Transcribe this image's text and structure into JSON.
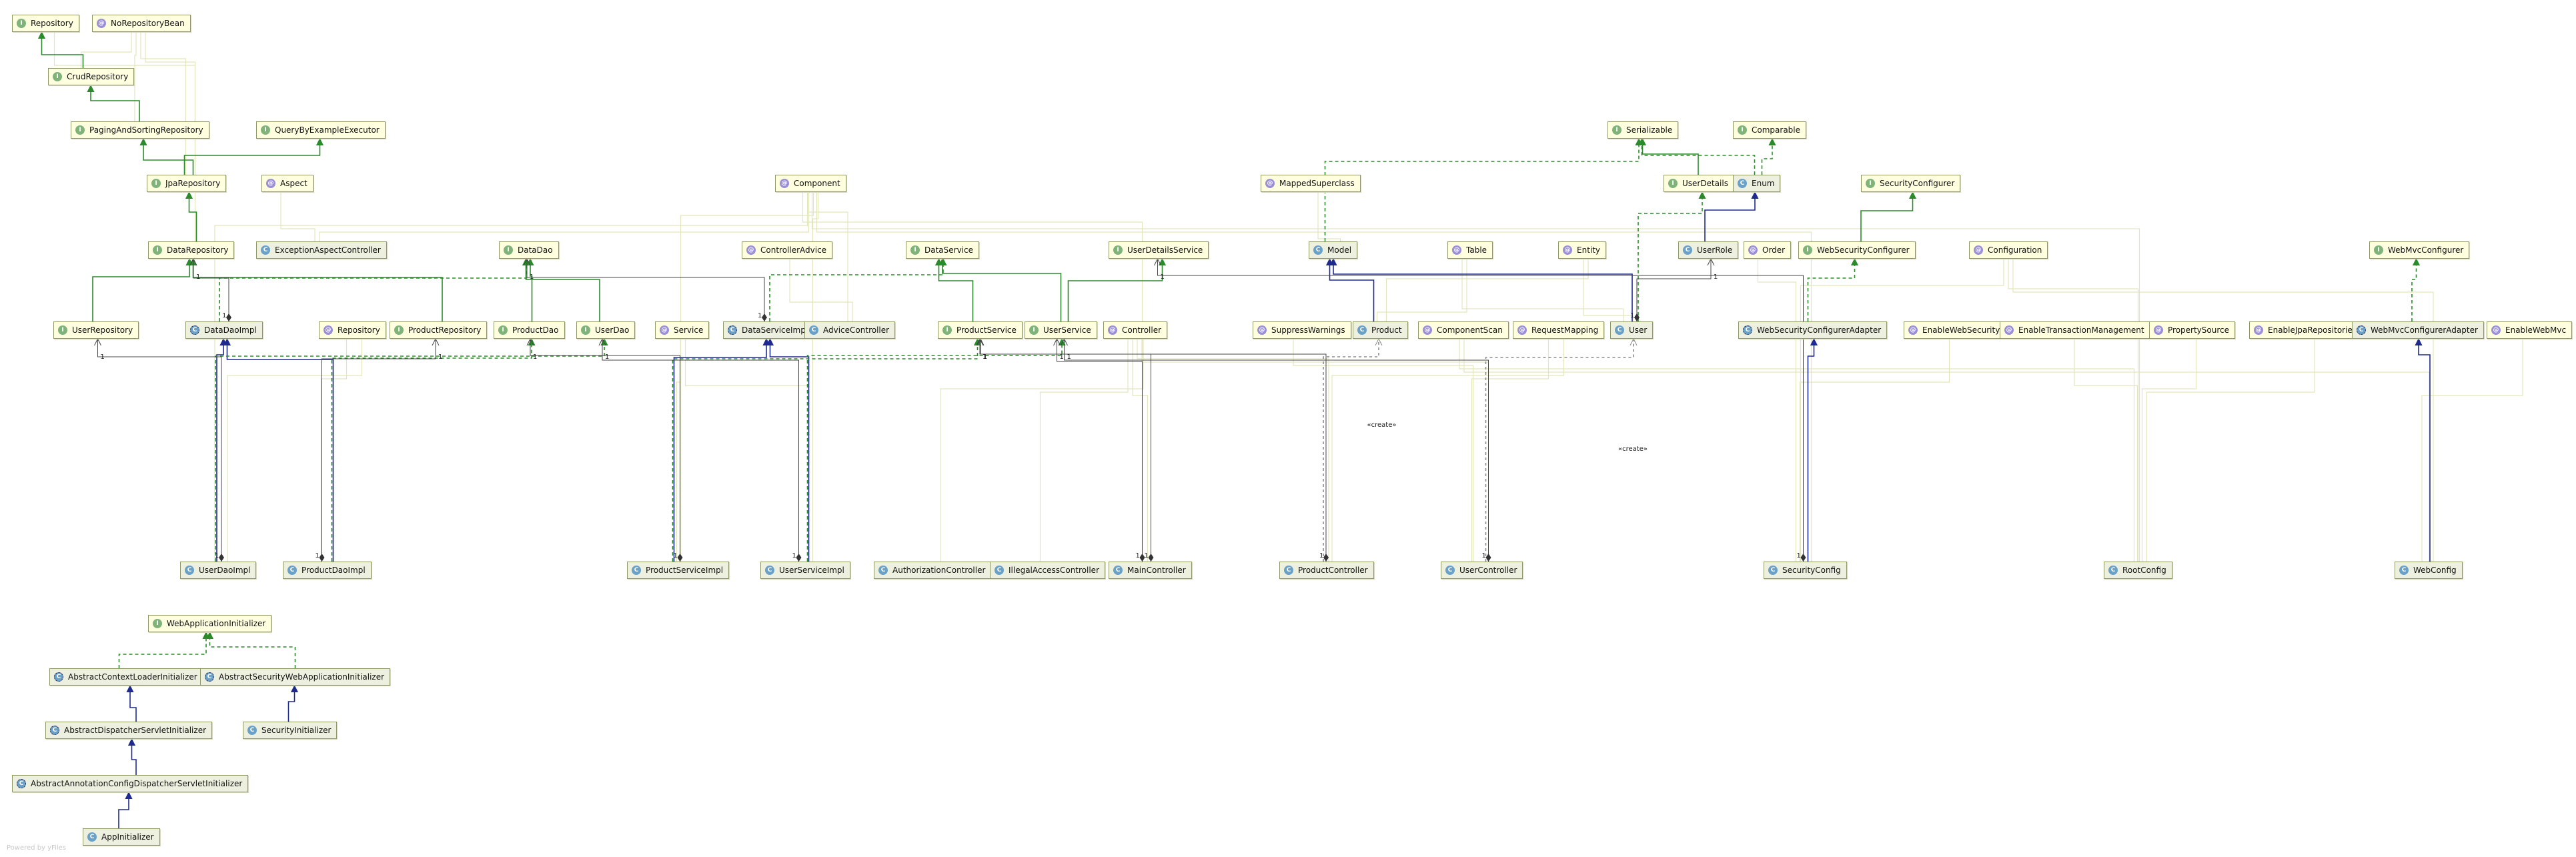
{
  "diagram": {
    "footer": "Powered by yFiles",
    "dependency_label": "«create»",
    "multiplicity_label": "1",
    "nodes": [
      {
        "id": "Repository_top",
        "label": "Repository",
        "kind": "interface"
      },
      {
        "id": "NoRepositoryBean",
        "label": "NoRepositoryBean",
        "kind": "annotation"
      },
      {
        "id": "CrudRepository",
        "label": "CrudRepository",
        "kind": "interface"
      },
      {
        "id": "PagingAndSortingRepository",
        "label": "PagingAndSortingRepository",
        "kind": "interface"
      },
      {
        "id": "QueryByExampleExecutor",
        "label": "QueryByExampleExecutor",
        "kind": "interface"
      },
      {
        "id": "JpaRepository",
        "label": "JpaRepository",
        "kind": "interface"
      },
      {
        "id": "Aspect",
        "label": "Aspect",
        "kind": "annotation"
      },
      {
        "id": "Component",
        "label": "Component",
        "kind": "annotation"
      },
      {
        "id": "MappedSuperclass",
        "label": "MappedSuperclass",
        "kind": "annotation"
      },
      {
        "id": "Serializable",
        "label": "Serializable",
        "kind": "interface"
      },
      {
        "id": "Comparable",
        "label": "Comparable",
        "kind": "interface"
      },
      {
        "id": "UserDetails",
        "label": "UserDetails",
        "kind": "interface"
      },
      {
        "id": "Enum",
        "label": "Enum",
        "kind": "class"
      },
      {
        "id": "SecurityConfigurer",
        "label": "SecurityConfigurer",
        "kind": "interface"
      },
      {
        "id": "DataRepository",
        "label": "DataRepository",
        "kind": "interface"
      },
      {
        "id": "ExceptionAspectController",
        "label": "ExceptionAspectController",
        "kind": "class"
      },
      {
        "id": "DataDao",
        "label": "DataDao",
        "kind": "interface"
      },
      {
        "id": "ControllerAdvice",
        "label": "ControllerAdvice",
        "kind": "annotation"
      },
      {
        "id": "DataService",
        "label": "DataService",
        "kind": "interface"
      },
      {
        "id": "UserDetailsService",
        "label": "UserDetailsService",
        "kind": "interface"
      },
      {
        "id": "Model",
        "label": "Model",
        "kind": "class"
      },
      {
        "id": "Table",
        "label": "Table",
        "kind": "annotation"
      },
      {
        "id": "Entity",
        "label": "Entity",
        "kind": "annotation"
      },
      {
        "id": "UserRole",
        "label": "UserRole",
        "kind": "class"
      },
      {
        "id": "Order",
        "label": "Order",
        "kind": "annotation"
      },
      {
        "id": "WebSecurityConfigurer",
        "label": "WebSecurityConfigurer",
        "kind": "interface"
      },
      {
        "id": "Configuration",
        "label": "Configuration",
        "kind": "annotation"
      },
      {
        "id": "WebMvcConfigurer",
        "label": "WebMvcConfigurer",
        "kind": "interface"
      },
      {
        "id": "UserRepository",
        "label": "UserRepository",
        "kind": "interface"
      },
      {
        "id": "DataDaoImpl",
        "label": "DataDaoImpl",
        "kind": "abstract"
      },
      {
        "id": "Repository_ann",
        "label": "Repository",
        "kind": "annotation"
      },
      {
        "id": "ProductRepository",
        "label": "ProductRepository",
        "kind": "interface"
      },
      {
        "id": "ProductDao",
        "label": "ProductDao",
        "kind": "interface"
      },
      {
        "id": "UserDao",
        "label": "UserDao",
        "kind": "interface"
      },
      {
        "id": "Service",
        "label": "Service",
        "kind": "annotation"
      },
      {
        "id": "DataServiceImpl",
        "label": "DataServiceImpl",
        "kind": "abstract"
      },
      {
        "id": "AdviceController",
        "label": "AdviceController",
        "kind": "class"
      },
      {
        "id": "ProductService",
        "label": "ProductService",
        "kind": "interface"
      },
      {
        "id": "UserService",
        "label": "UserService",
        "kind": "interface"
      },
      {
        "id": "Controller",
        "label": "Controller",
        "kind": "annotation"
      },
      {
        "id": "SuppressWarnings",
        "label": "SuppressWarnings",
        "kind": "annotation"
      },
      {
        "id": "Product",
        "label": "Product",
        "kind": "class"
      },
      {
        "id": "ComponentScan",
        "label": "ComponentScan",
        "kind": "annotation"
      },
      {
        "id": "RequestMapping",
        "label": "RequestMapping",
        "kind": "annotation"
      },
      {
        "id": "User",
        "label": "User",
        "kind": "class"
      },
      {
        "id": "WebSecurityConfigurerAdapter",
        "label": "WebSecurityConfigurerAdapter",
        "kind": "abstract"
      },
      {
        "id": "EnableWebSecurity",
        "label": "EnableWebSecurity",
        "kind": "annotation"
      },
      {
        "id": "EnableTransactionManagement",
        "label": "EnableTransactionManagement",
        "kind": "annotation"
      },
      {
        "id": "PropertySource",
        "label": "PropertySource",
        "kind": "annotation"
      },
      {
        "id": "EnableJpaRepositories",
        "label": "EnableJpaRepositories",
        "kind": "annotation"
      },
      {
        "id": "WebMvcConfigurerAdapter",
        "label": "WebMvcConfigurerAdapter",
        "kind": "abstract"
      },
      {
        "id": "EnableWebMvc",
        "label": "EnableWebMvc",
        "kind": "annotation"
      },
      {
        "id": "UserDaoImpl",
        "label": "UserDaoImpl",
        "kind": "class"
      },
      {
        "id": "ProductDaoImpl",
        "label": "ProductDaoImpl",
        "kind": "class"
      },
      {
        "id": "ProductServiceImpl",
        "label": "ProductServiceImpl",
        "kind": "class"
      },
      {
        "id": "UserServiceImpl",
        "label": "UserServiceImpl",
        "kind": "class"
      },
      {
        "id": "AuthorizationController",
        "label": "AuthorizationController",
        "kind": "class"
      },
      {
        "id": "IllegalAccessController",
        "label": "IllegalAccessController",
        "kind": "class"
      },
      {
        "id": "MainController",
        "label": "MainController",
        "kind": "class"
      },
      {
        "id": "ProductController",
        "label": "ProductController",
        "kind": "class"
      },
      {
        "id": "UserController",
        "label": "UserController",
        "kind": "class"
      },
      {
        "id": "SecurityConfig",
        "label": "SecurityConfig",
        "kind": "class"
      },
      {
        "id": "RootConfig",
        "label": "RootConfig",
        "kind": "class"
      },
      {
        "id": "WebConfig",
        "label": "WebConfig",
        "kind": "class"
      },
      {
        "id": "WebApplicationInitializer",
        "label": "WebApplicationInitializer",
        "kind": "interface"
      },
      {
        "id": "AbstractContextLoaderInitializer",
        "label": "AbstractContextLoaderInitializer",
        "kind": "abstract"
      },
      {
        "id": "AbstractSecurityWebApplicationInitializer",
        "label": "AbstractSecurityWebApplicationInitializer",
        "kind": "abstract"
      },
      {
        "id": "AbstractDispatcherServletInitializer",
        "label": "AbstractDispatcherServletInitializer",
        "kind": "abstract"
      },
      {
        "id": "SecurityInitializer",
        "label": "SecurityInitializer",
        "kind": "class"
      },
      {
        "id": "AbstractAnnotationConfigDispatcherServletInitializer",
        "label": "AbstractAnnotationConfigDispatcherServletInitializer",
        "kind": "abstract"
      },
      {
        "id": "AppInitializer",
        "label": "AppInitializer",
        "kind": "class"
      }
    ],
    "edges": [
      {
        "from": "CrudRepository",
        "to": "Repository_top",
        "type": "extends"
      },
      {
        "from": "PagingAndSortingRepository",
        "to": "CrudRepository",
        "type": "extends"
      },
      {
        "from": "JpaRepository",
        "to": "PagingAndSortingRepository",
        "type": "extends"
      },
      {
        "from": "JpaRepository",
        "to": "QueryByExampleExecutor",
        "type": "extends"
      },
      {
        "from": "DataRepository",
        "to": "JpaRepository",
        "type": "extends"
      },
      {
        "from": "UserRepository",
        "to": "DataRepository",
        "type": "extends"
      },
      {
        "from": "ProductRepository",
        "to": "DataRepository",
        "type": "extends"
      },
      {
        "from": "DataDaoImpl",
        "to": "DataDao",
        "type": "implements"
      },
      {
        "from": "ProductDao",
        "to": "DataDao",
        "type": "extends"
      },
      {
        "from": "UserDao",
        "to": "DataDao",
        "type": "extends"
      },
      {
        "from": "DataServiceImpl",
        "to": "DataService",
        "type": "implements"
      },
      {
        "from": "ProductService",
        "to": "DataService",
        "type": "extends"
      },
      {
        "from": "UserService",
        "to": "DataService",
        "type": "extends"
      },
      {
        "from": "UserService",
        "to": "UserDetailsService",
        "type": "extends"
      },
      {
        "from": "UserDaoImpl",
        "to": "DataDaoImpl",
        "type": "inherits"
      },
      {
        "from": "ProductDaoImpl",
        "to": "DataDaoImpl",
        "type": "inherits"
      },
      {
        "from": "UserDaoImpl",
        "to": "UserDao",
        "type": "implements"
      },
      {
        "from": "ProductDaoImpl",
        "to": "ProductDao",
        "type": "implements"
      },
      {
        "from": "ProductServiceImpl",
        "to": "DataServiceImpl",
        "type": "inherits"
      },
      {
        "from": "UserServiceImpl",
        "to": "DataServiceImpl",
        "type": "inherits"
      },
      {
        "from": "ProductServiceImpl",
        "to": "ProductService",
        "type": "implements"
      },
      {
        "from": "UserServiceImpl",
        "to": "UserService",
        "type": "implements"
      },
      {
        "from": "Product",
        "to": "Model",
        "type": "inherits"
      },
      {
        "from": "User",
        "to": "Model",
        "type": "inherits"
      },
      {
        "from": "Model",
        "to": "Serializable",
        "type": "implements"
      },
      {
        "from": "UserDetails",
        "to": "Serializable",
        "type": "extends"
      },
      {
        "from": "User",
        "to": "UserDetails",
        "type": "implements"
      },
      {
        "from": "Enum",
        "to": "Serializable",
        "type": "implements"
      },
      {
        "from": "Enum",
        "to": "Comparable",
        "type": "implements"
      },
      {
        "from": "UserRole",
        "to": "Enum",
        "type": "inherits"
      },
      {
        "from": "WebSecurityConfigurer",
        "to": "SecurityConfigurer",
        "type": "extends"
      },
      {
        "from": "WebSecurityConfigurerAdapter",
        "to": "WebSecurityConfigurer",
        "type": "implements"
      },
      {
        "from": "SecurityConfig",
        "to": "WebSecurityConfigurerAdapter",
        "type": "inherits"
      },
      {
        "from": "WebMvcConfigurerAdapter",
        "to": "WebMvcConfigurer",
        "type": "implements"
      },
      {
        "from": "WebConfig",
        "to": "WebMvcConfigurerAdapter",
        "type": "inherits"
      },
      {
        "from": "AbstractContextLoaderInitializer",
        "to": "WebApplicationInitializer",
        "type": "implements"
      },
      {
        "from": "AbstractSecurityWebApplicationInitializer",
        "to": "WebApplicationInitializer",
        "type": "implements"
      },
      {
        "from": "AbstractDispatcherServletInitializer",
        "to": "AbstractContextLoaderInitializer",
        "type": "inherits"
      },
      {
        "from": "SecurityInitializer",
        "to": "AbstractSecurityWebApplicationInitializer",
        "type": "inherits"
      },
      {
        "from": "AbstractAnnotationConfigDispatcherServletInitializer",
        "to": "AbstractDispatcherServletInitializer",
        "type": "inherits"
      },
      {
        "from": "AppInitializer",
        "to": "AbstractAnnotationConfigDispatcherServletInitializer",
        "type": "inherits"
      },
      {
        "from": "DataDaoImpl",
        "to": "DataRepository",
        "type": "association"
      },
      {
        "from": "DataServiceImpl",
        "to": "DataDao",
        "type": "association"
      },
      {
        "from": "UserDaoImpl",
        "to": "UserRepository",
        "type": "association"
      },
      {
        "from": "ProductDaoImpl",
        "to": "ProductRepository",
        "type": "association"
      },
      {
        "from": "ProductServiceImpl",
        "to": "ProductDao",
        "type": "association"
      },
      {
        "from": "UserServiceImpl",
        "to": "UserDao",
        "type": "association"
      },
      {
        "from": "MainController",
        "to": "ProductService",
        "type": "association"
      },
      {
        "from": "MainController",
        "to": "UserService",
        "type": "association"
      },
      {
        "from": "ProductController",
        "to": "ProductService",
        "type": "association"
      },
      {
        "from": "UserController",
        "to": "UserService",
        "type": "association"
      },
      {
        "from": "SecurityConfig",
        "to": "UserDetailsService",
        "type": "association"
      },
      {
        "from": "User",
        "to": "UserRole",
        "type": "association"
      },
      {
        "from": "ProductController",
        "to": "Product",
        "type": "create"
      },
      {
        "from": "UserController",
        "to": "User",
        "type": "create"
      }
    ],
    "annotation_links": [
      [
        "NoRepositoryBean",
        "CrudRepository"
      ],
      [
        "NoRepositoryBean",
        "PagingAndSortingRepository"
      ],
      [
        "NoRepositoryBean",
        "JpaRepository"
      ],
      [
        "NoRepositoryBean",
        "DataRepository"
      ],
      [
        "Repository_top",
        "JpaRepository"
      ],
      [
        "Aspect",
        "ExceptionAspectController"
      ],
      [
        "Component",
        "ExceptionAspectController"
      ],
      [
        "ControllerAdvice",
        "AdviceController"
      ],
      [
        "MappedSuperclass",
        "Model"
      ],
      [
        "Table",
        "User"
      ],
      [
        "Table",
        "Product"
      ],
      [
        "Entity",
        "User"
      ],
      [
        "Entity",
        "Product"
      ],
      [
        "Order",
        "SecurityConfig"
      ],
      [
        "Configuration",
        "SecurityConfig"
      ],
      [
        "Configuration",
        "RootConfig"
      ],
      [
        "Configuration",
        "WebConfig"
      ],
      [
        "Repository_ann",
        "UserDaoImpl"
      ],
      [
        "Repository_ann",
        "ProductDaoImpl"
      ],
      [
        "Service",
        "ProductServiceImpl"
      ],
      [
        "Service",
        "UserServiceImpl"
      ],
      [
        "Controller",
        "AuthorizationController"
      ],
      [
        "Controller",
        "IllegalAccessController"
      ],
      [
        "Controller",
        "MainController"
      ],
      [
        "Controller",
        "ProductController"
      ],
      [
        "Controller",
        "UserController"
      ],
      [
        "SuppressWarnings",
        "UserController"
      ],
      [
        "ComponentScan",
        "RootConfig"
      ],
      [
        "ComponentScan",
        "WebConfig"
      ],
      [
        "RequestMapping",
        "ProductController"
      ],
      [
        "RequestMapping",
        "UserController"
      ],
      [
        "EnableWebSecurity",
        "SecurityConfig"
      ],
      [
        "EnableTransactionManagement",
        "RootConfig"
      ],
      [
        "PropertySource",
        "RootConfig"
      ],
      [
        "EnableJpaRepositories",
        "RootConfig"
      ],
      [
        "EnableWebMvc",
        "WebConfig"
      ],
      [
        "Component",
        "AdviceController"
      ],
      [
        "Component",
        "ProductServiceImpl"
      ],
      [
        "Component",
        "UserServiceImpl"
      ],
      [
        "Component",
        "MainController"
      ],
      [
        "Component",
        "UserDaoImpl"
      ],
      [
        "Component",
        "RootConfig"
      ],
      [
        "Component",
        "SecurityConfig"
      ]
    ],
    "colors": {
      "node_bg": "#ffffe0",
      "node_border": "#8e9866",
      "class_bg": "#eef0df",
      "realization": "#2b8a2b",
      "inheritance": "#1f2a8f",
      "association": "#444444",
      "annotation_link": "#e3e6bd",
      "create": "#8a8a8a"
    }
  }
}
